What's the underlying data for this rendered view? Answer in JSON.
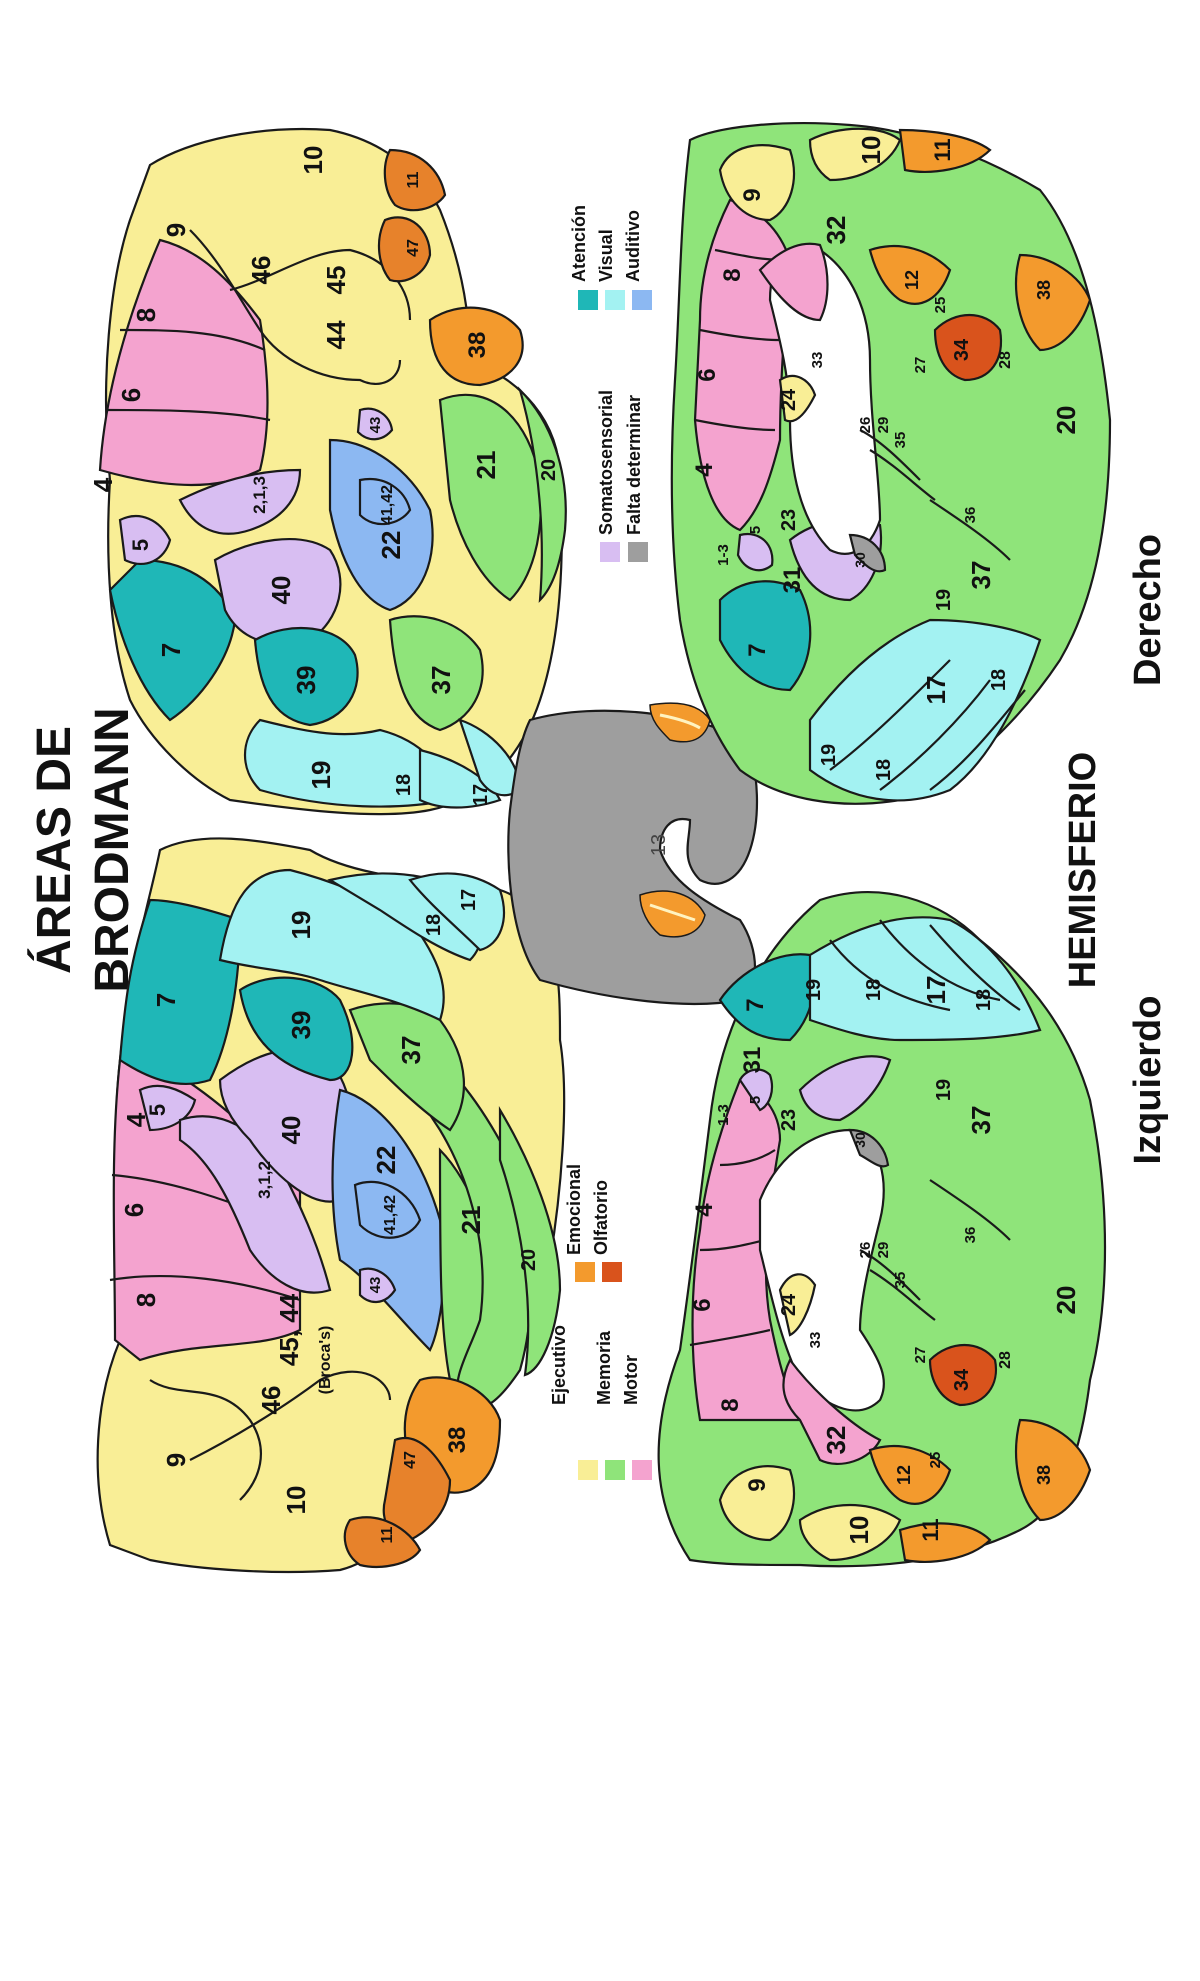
{
  "title": {
    "line1": "ÁREAS DE",
    "line2": "BRODMANN"
  },
  "hemisphere": {
    "label": "HEMISFERIO",
    "left": "Izquierdo",
    "right": "Derecho"
  },
  "legend_left": [
    {
      "label": "Ejecutivo",
      "color": "#F9EE96"
    },
    {
      "label": "Memoria",
      "color": "#8FE47A"
    },
    {
      "label": "Motor",
      "color": "#F4A3CF"
    },
    {
      "label": "Emocional",
      "color": "#F39A2D"
    },
    {
      "label": "Olfatorio",
      "color": "#D9531C"
    }
  ],
  "legend_right": [
    {
      "label": "Somatosensorial",
      "color": "#D8BEF2"
    },
    {
      "label": "Falta determinar",
      "color": "#9E9E9E"
    },
    {
      "label": "Atención",
      "color": "#1FB7B7"
    },
    {
      "label": "Visual",
      "color": "#A3F2F2"
    },
    {
      "label": "Auditivo",
      "color": "#8CB8F2"
    }
  ],
  "center_label": "13",
  "lateral_left": {
    "a9": "9",
    "a10": "10",
    "a46": "46",
    "a4544": "45, 44",
    "broca": "(Broca's)",
    "a47": "47",
    "a11": "11",
    "a8": "8",
    "a6": "6",
    "a4": "4",
    "a5": "5",
    "a312": "3,1,2",
    "a7": "7",
    "a40": "40",
    "a39": "39",
    "a43": "43",
    "a4142": "41,42",
    "a22": "22",
    "a21": "21",
    "a20": "20",
    "a38": "38",
    "a37": "37",
    "a19": "19",
    "a18": "18",
    "a17": "17"
  },
  "lateral_right": {
    "a10": "10",
    "a9": "9",
    "a46": "46",
    "a45": "45",
    "a44": "44",
    "a47": "47",
    "a11": "11",
    "a8": "8",
    "a6": "6",
    "a4": "4",
    "a5": "5",
    "a213": "2,1,3",
    "a43": "43",
    "a4142": "41,42",
    "a40": "40",
    "a22": "22",
    "a21": "21",
    "a20": "20",
    "a38": "38",
    "a7": "7",
    "a39": "39",
    "a37": "37",
    "a19": "19",
    "a18": "18",
    "a17": "17"
  },
  "medial_left": {
    "a10": "10",
    "a11": "11",
    "a9": "9",
    "a32": "32",
    "a12": "12",
    "a25": "25",
    "a8": "8",
    "a38": "38",
    "a6": "6",
    "a24": "24",
    "a33": "33",
    "a34": "34",
    "a28": "28",
    "a27": "27",
    "a4": "4",
    "a26": "26",
    "a29": "29",
    "a35": "35",
    "a20": "20",
    "a13": "1-3",
    "a5": "5",
    "a23": "23",
    "a36": "36",
    "a31": "31",
    "a30": "30",
    "a37": "37",
    "a7": "7",
    "a19a": "19",
    "a19b": "19",
    "a18a": "18",
    "a18b": "18",
    "a17": "17"
  },
  "medial_right": {
    "a10": "10",
    "a11": "11",
    "a9": "9",
    "a32": "32",
    "a12": "12",
    "a25": "25",
    "a8": "8",
    "a38": "38",
    "a6": "6",
    "a24": "24",
    "a33": "33",
    "a34": "34",
    "a28": "28",
    "a27": "27",
    "a4": "4",
    "a26": "26",
    "a29": "29",
    "a35": "35",
    "a20": "20",
    "a13": "1-3",
    "a5": "5",
    "a23": "23",
    "a36": "36",
    "a31": "31",
    "a30": "30",
    "a37": "37",
    "a7": "7",
    "a19a": "19",
    "a19b": "19",
    "a18a": "18",
    "a18b": "18",
    "a17": "17"
  }
}
